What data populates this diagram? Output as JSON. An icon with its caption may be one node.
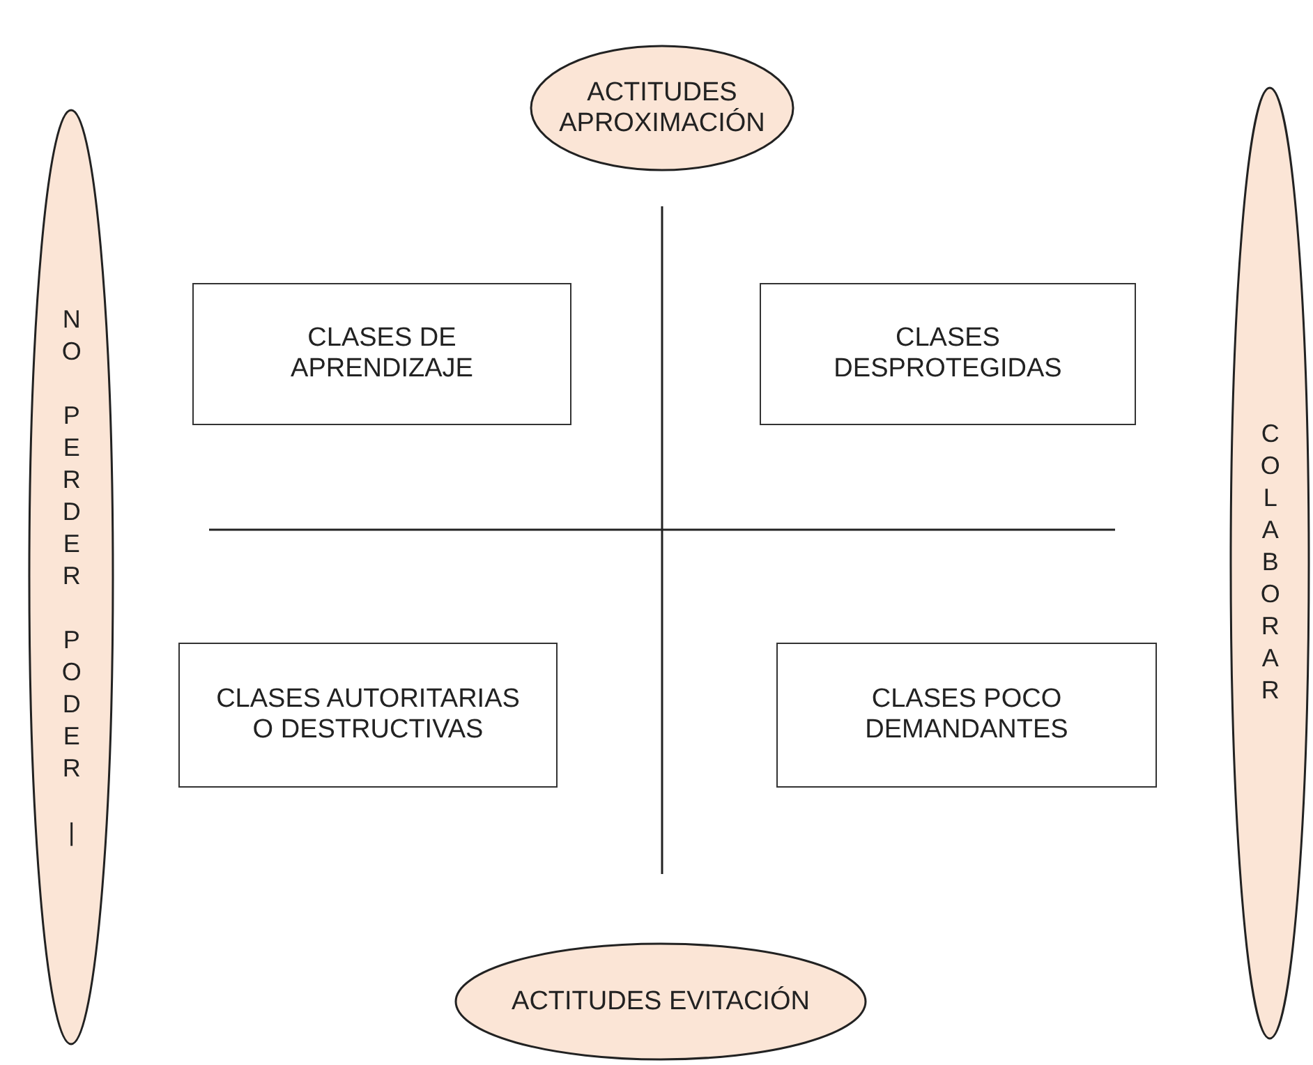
{
  "diagram": {
    "nodes": [
      {
        "text": [
          "ACTITUDES APROXIMACIÓN"
        ]
      },
      {
        "text": [
          "NO PERDER PODER |"
        ]
      },
      {
        "text": [
          "CLASES DE APRENDIZAJE"
        ]
      },
      {
        "text": [
          "CLASES DESPROTEGIDAS"
        ]
      },
      {
        "text": [
          "COLABORAR"
        ]
      },
      {
        "text": [
          "CLASES AUTORITARIAS O DESTRUCTIVAS"
        ]
      },
      {
        "text": [
          "CLASES POCO DEMANDANTES"
        ]
      },
      {
        "text": [
          "ACTITUDES EVITACIÓN"
        ]
      }
    ],
    "edges": []
  }
}
